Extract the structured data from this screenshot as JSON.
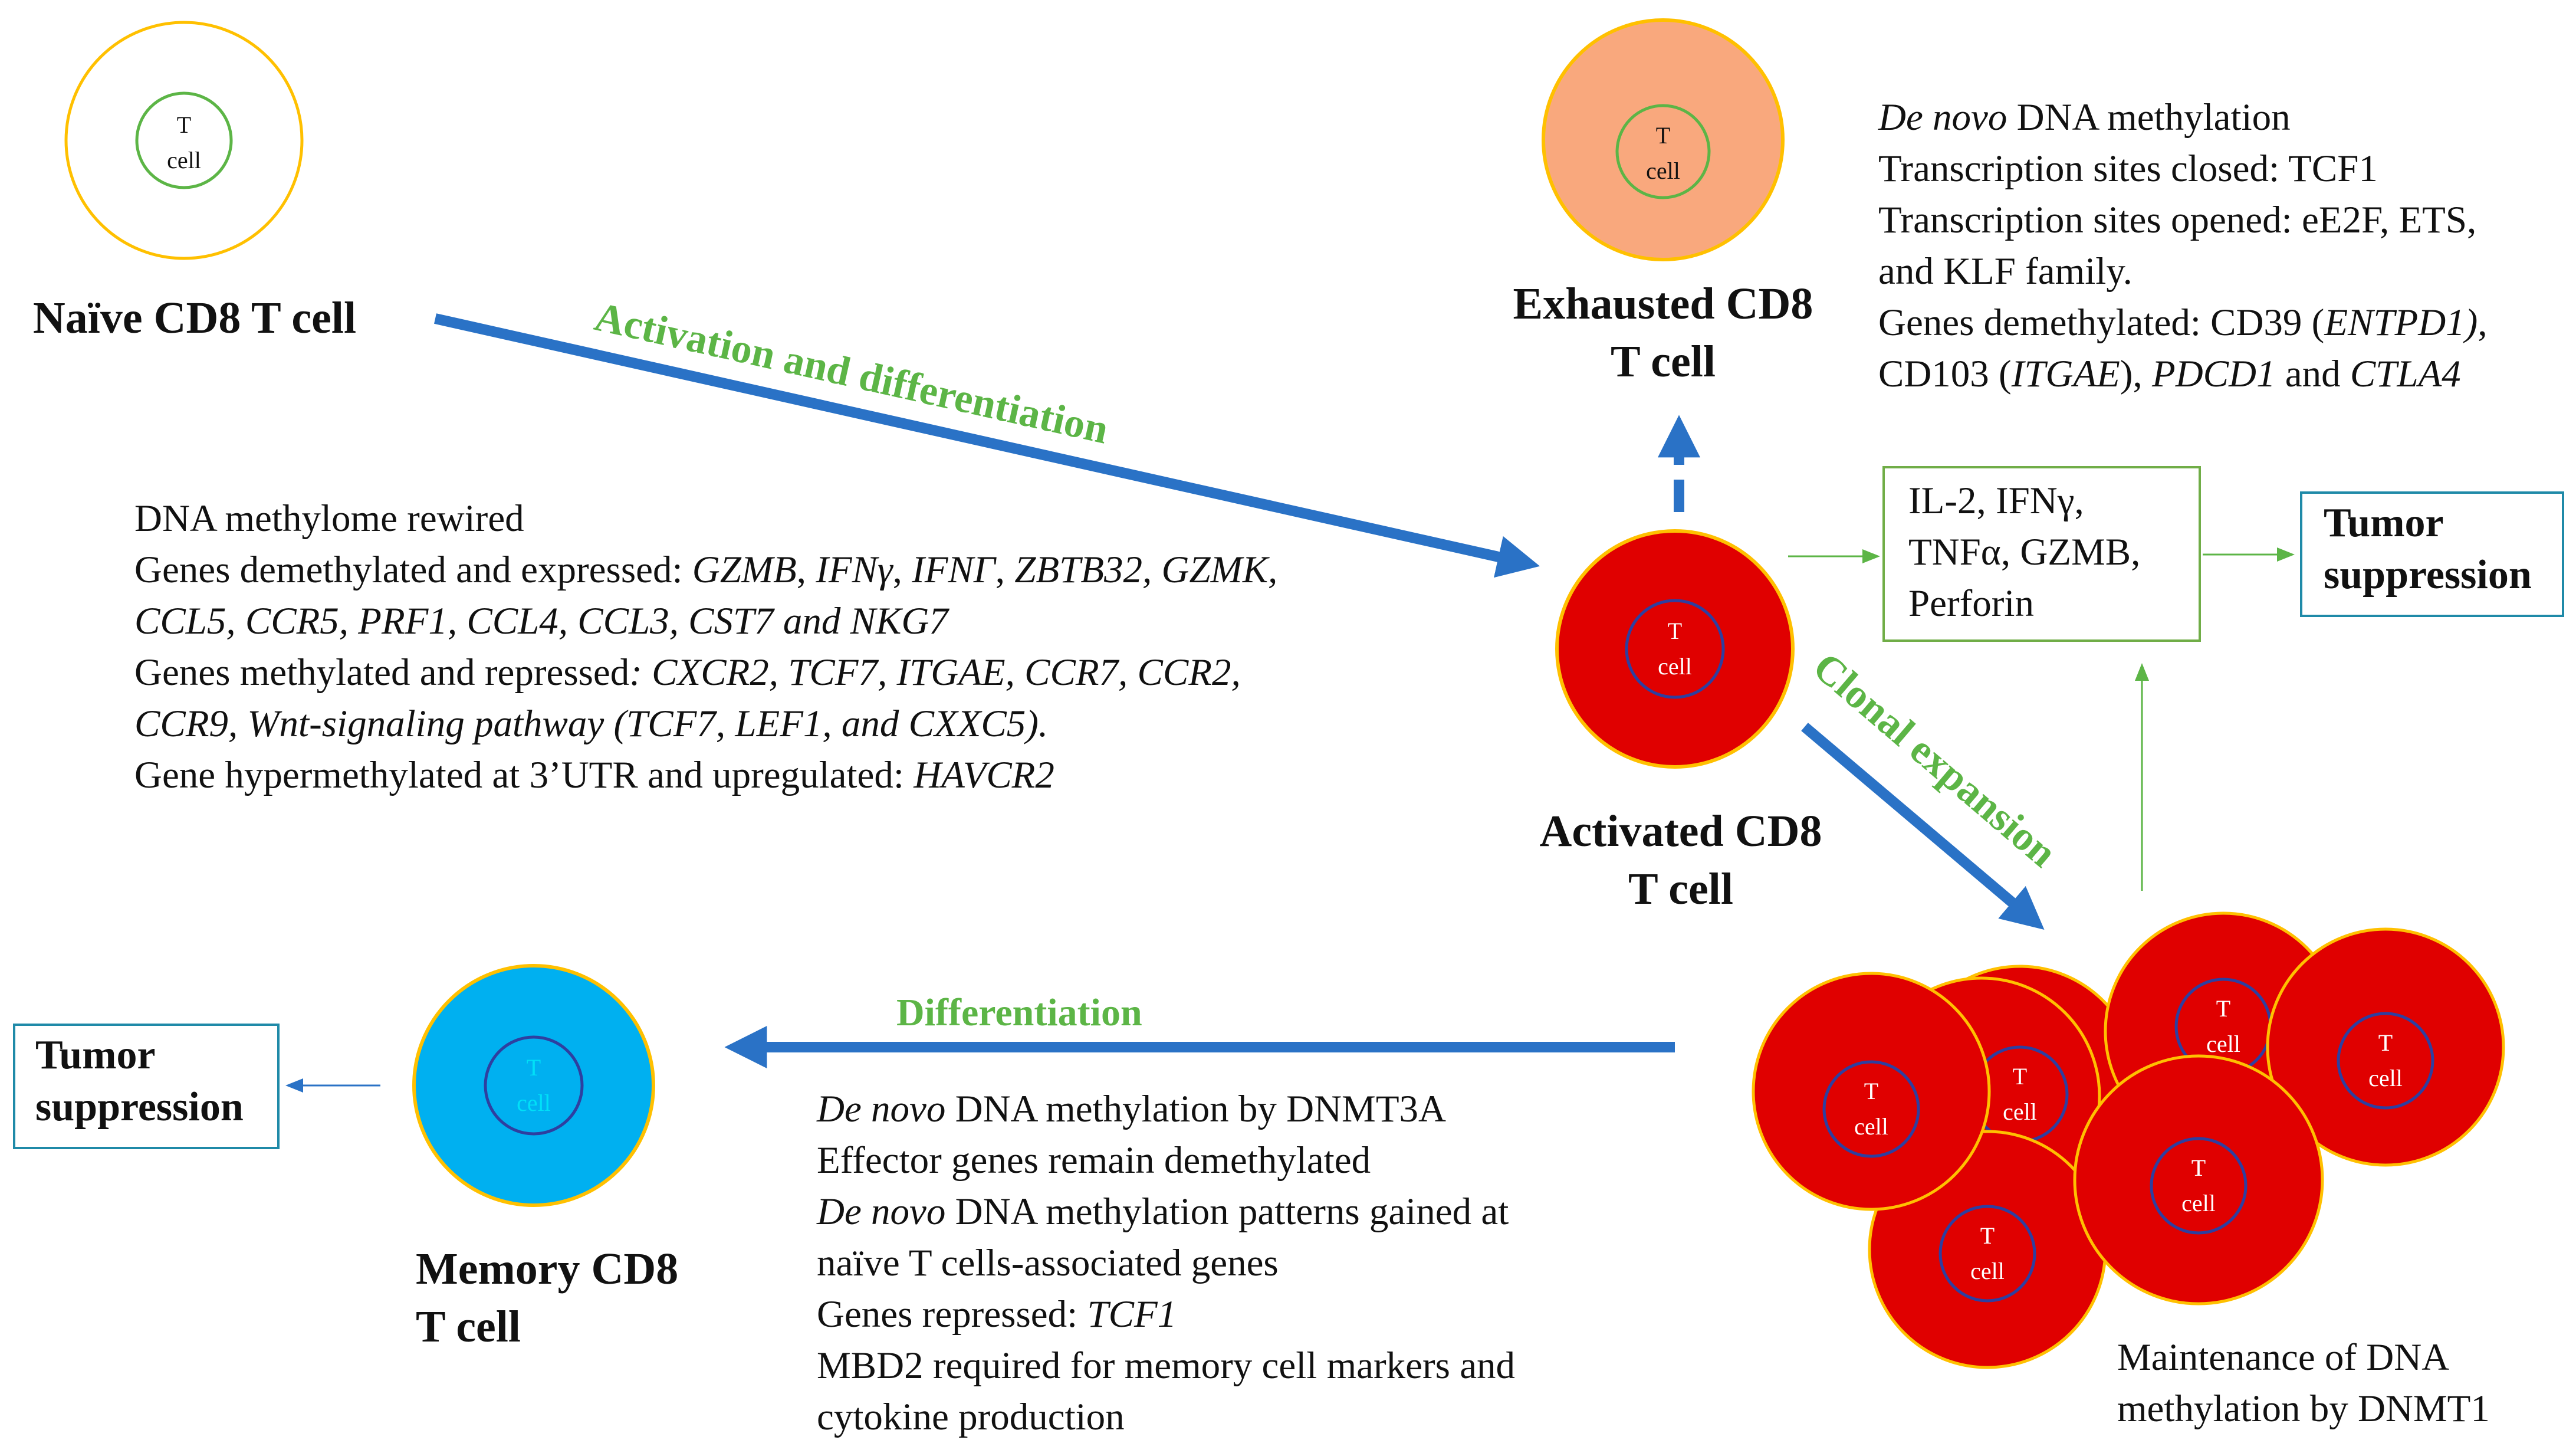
{
  "cells": {
    "cell_text_line1": "T",
    "cell_text_line2": "cell",
    "naive": {
      "label_line1": "Naïve CD8 T cell"
    },
    "exhausted": {
      "label_line1": "Exhausted CD8",
      "label_line2": "T cell",
      "fill": "#f9a87d"
    },
    "activated": {
      "label_line1": "Activated CD8",
      "label_line2": "T cell",
      "fill": "#e00000"
    },
    "memory": {
      "label_line1": "Memory CD8",
      "label_line2": "T cell",
      "fill": "#00b0f0"
    }
  },
  "arrows": {
    "activation": "Activation and differentiation",
    "clonal": "Clonal expansion",
    "differentiation": "Differentiation"
  },
  "exhausted_notes": {
    "l1_it": "De novo",
    "l1_rest": " DNA methylation",
    "l2": "Transcription sites closed: TCF1",
    "l3": "Transcription sites opened: eE2F, ETS,",
    "l4": "and KLF family.",
    "l5_a": "Genes demethylated: CD39 (",
    "l5_it": "ENTPD1)",
    "l5_b": ",",
    "l6_a": "CD103 (",
    "l6_it1": "ITGAE",
    "l6_b": "), ",
    "l6_it2": "PDCD1",
    "l6_c": " and ",
    "l6_it3": "CTLA4"
  },
  "activation_notes": {
    "l1": "DNA methylome rewired",
    "l2_a": "Genes demethylated and expressed: ",
    "l2_it1": "GZMB",
    "l2_b": ", ",
    "l2_it2": "IFNγ",
    "l2_c": ", ",
    "l2_it3": "IFNΓ",
    "l2_d": ", ",
    "l2_it4": "ZBTB32, GZMK,",
    "l3_it": "CCL5, CCR5, PRF1, CCL4, CCL3, CST7 and NKG7",
    "l4_a": "Genes methylated and repressed",
    "l4_it": ": CXCR2, TCF7, ITGAE, CCR7, CCR2,",
    "l5_it": "CCR9, Wnt-signaling pathway (TCF7, LEF1, and CXXC5).",
    "l6_a": "Gene hypermethylated at 3’UTR and upregulated: ",
    "l6_it": "HAVCR2"
  },
  "cytokines": {
    "l1": "IL-2, IFNγ,",
    "l2": "TNFα, GZMB,",
    "l3": "Perforin"
  },
  "tumor_suppression": {
    "l1": "Tumor",
    "l2": "suppression"
  },
  "memory_notes": {
    "l1_it": "De novo",
    "l1_rest": " DNA methylation by DNMT3A",
    "l2": "Effector genes remain demethylated",
    "l3_it": "De novo",
    "l3_rest": " DNA methylation patterns gained at",
    "l4": "naïve T cells-associated genes",
    "l5_a": "Genes repressed: ",
    "l5_it": "TCF1",
    "l6": "MBD2 required for memory cell markers and",
    "l7": "cytokine production"
  },
  "maintenance": {
    "l1": "Maintenance of DNA",
    "l2": "methylation by DNMT1"
  },
  "colors": {
    "blue_arrow": "#2a72c6",
    "green": "#5cb546",
    "yellow_outline": "#ffc000",
    "box_outline_green": "#70ad47",
    "box_outline_teal": "#1f8aa8"
  }
}
